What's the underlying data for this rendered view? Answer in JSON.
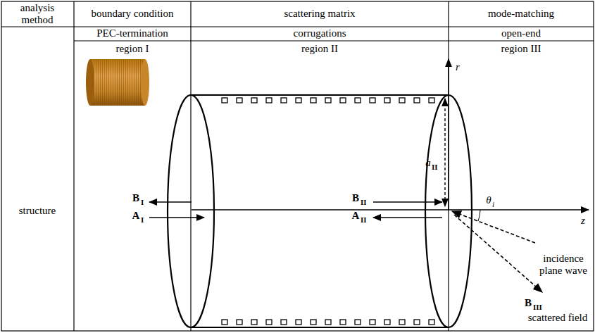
{
  "diagram": {
    "labels": [
      "analysis method",
      "boundary condition",
      "scattering matrix",
      "mode-matching",
      "PEC-termination",
      "corrugations",
      "open-end",
      "region I",
      "region II",
      "region III",
      "structure",
      "B",
      "I",
      "A",
      "I",
      "B",
      "II",
      "A",
      "II",
      "a",
      "II",
      "r",
      "z",
      "θ",
      "i",
      "incidence plane wave",
      "B",
      "III",
      "scattered field"
    ]
  }
}
